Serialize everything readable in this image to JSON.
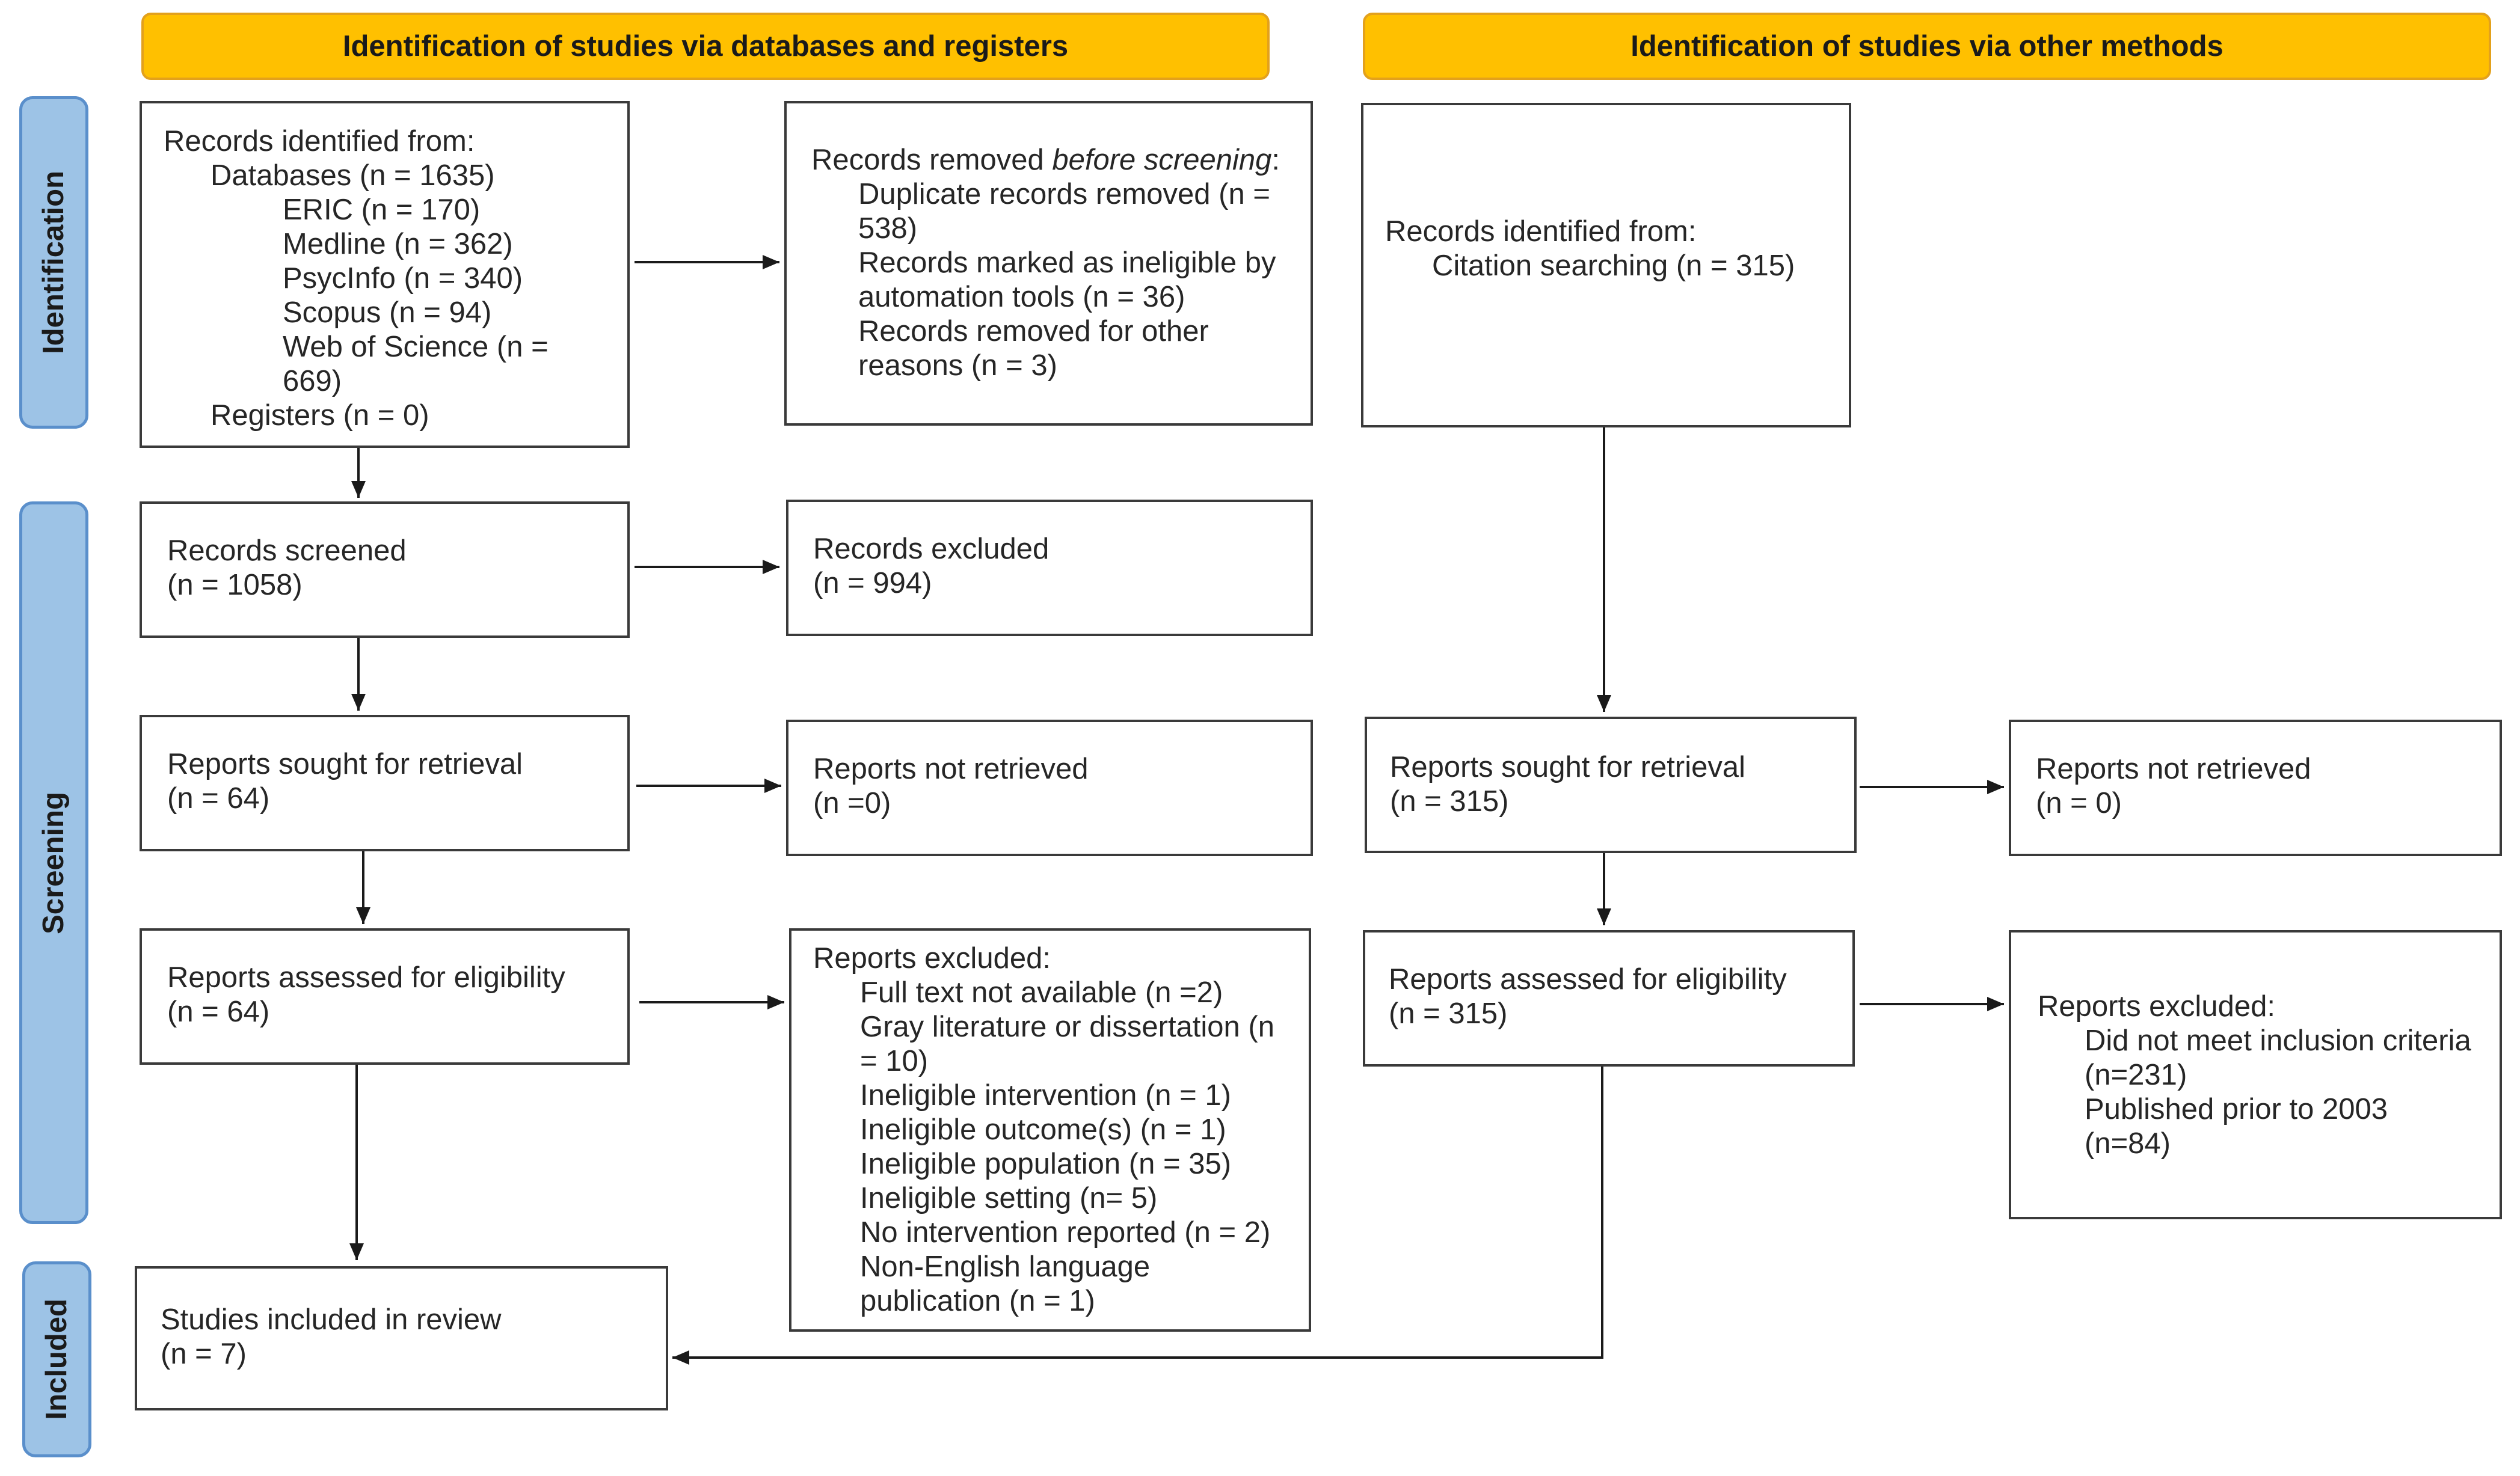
{
  "headers": {
    "databases_registers": "Identification of studies via databases and registers",
    "other_methods": "Identification of studies via other methods"
  },
  "phases": {
    "identification": "Identification",
    "screening": "Screening",
    "included": "Included"
  },
  "colors": {
    "header_fill": "#FFC000",
    "header_border": "#E3A11C",
    "phase_fill": "#9DC3E6",
    "phase_border": "#5A8FCB",
    "box_border": "#3A3A3A",
    "arrow": "#1A1A1A"
  },
  "db": {
    "identified": {
      "title": "Records identified from:",
      "databases": "Databases (n = 1635)",
      "sources": [
        "ERIC (n = 170)",
        "Medline (n = 362)",
        "PsycInfo (n = 340)",
        "Scopus (n = 94)",
        "Web of Science (n = 669)"
      ],
      "registers": "Registers (n = 0)"
    },
    "removed": {
      "title_before": "Records removed ",
      "title_italic": "before screening",
      "title_after": ":",
      "items": [
        "Duplicate records removed (n = 538)",
        "Records marked as ineligible by automation tools (n = 36)",
        "Records removed for other reasons (n = 3)"
      ]
    },
    "screened": {
      "label": "Records screened",
      "count": "(n = 1058)"
    },
    "excluded": {
      "label": "Records excluded",
      "count": "(n = 994)"
    },
    "sought": {
      "label": "Reports sought for retrieval",
      "count": "(n = 64)"
    },
    "not_retrieved": {
      "label": "Reports not retrieved",
      "count": "(n =0)"
    },
    "assessed": {
      "label": "Reports assessed for eligibility",
      "count": "(n = 64)"
    },
    "reports_excluded": {
      "title": "Reports excluded:",
      "items": [
        "Full text not available (n =2)",
        "Gray literature or dissertation (n = 10)",
        "Ineligible intervention (n = 1)",
        "Ineligible outcome(s) (n = 1)",
        "Ineligible population (n = 35)",
        "Ineligible setting (n= 5)",
        "No intervention reported (n = 2)",
        "Non-English language publication (n = 1)"
      ]
    }
  },
  "included": {
    "label": "Studies included in review",
    "count": "(n = 7)"
  },
  "other": {
    "identified": {
      "title": "Records identified from:",
      "source": "Citation searching (n = 315)"
    },
    "sought": {
      "label": "Reports sought for retrieval",
      "count": "(n = 315)"
    },
    "not_retrieved": {
      "label": "Reports not retrieved",
      "count": "(n = 0)"
    },
    "assessed": {
      "label": "Reports assessed for eligibility",
      "count": "(n = 315)"
    },
    "reports_excluded": {
      "title": "Reports excluded:",
      "items": [
        {
          "reason": "Did not meet inclusion criteria",
          "count": "(n=231)"
        },
        {
          "reason": "Published prior to 2003",
          "count": "(n=84)"
        }
      ]
    }
  }
}
